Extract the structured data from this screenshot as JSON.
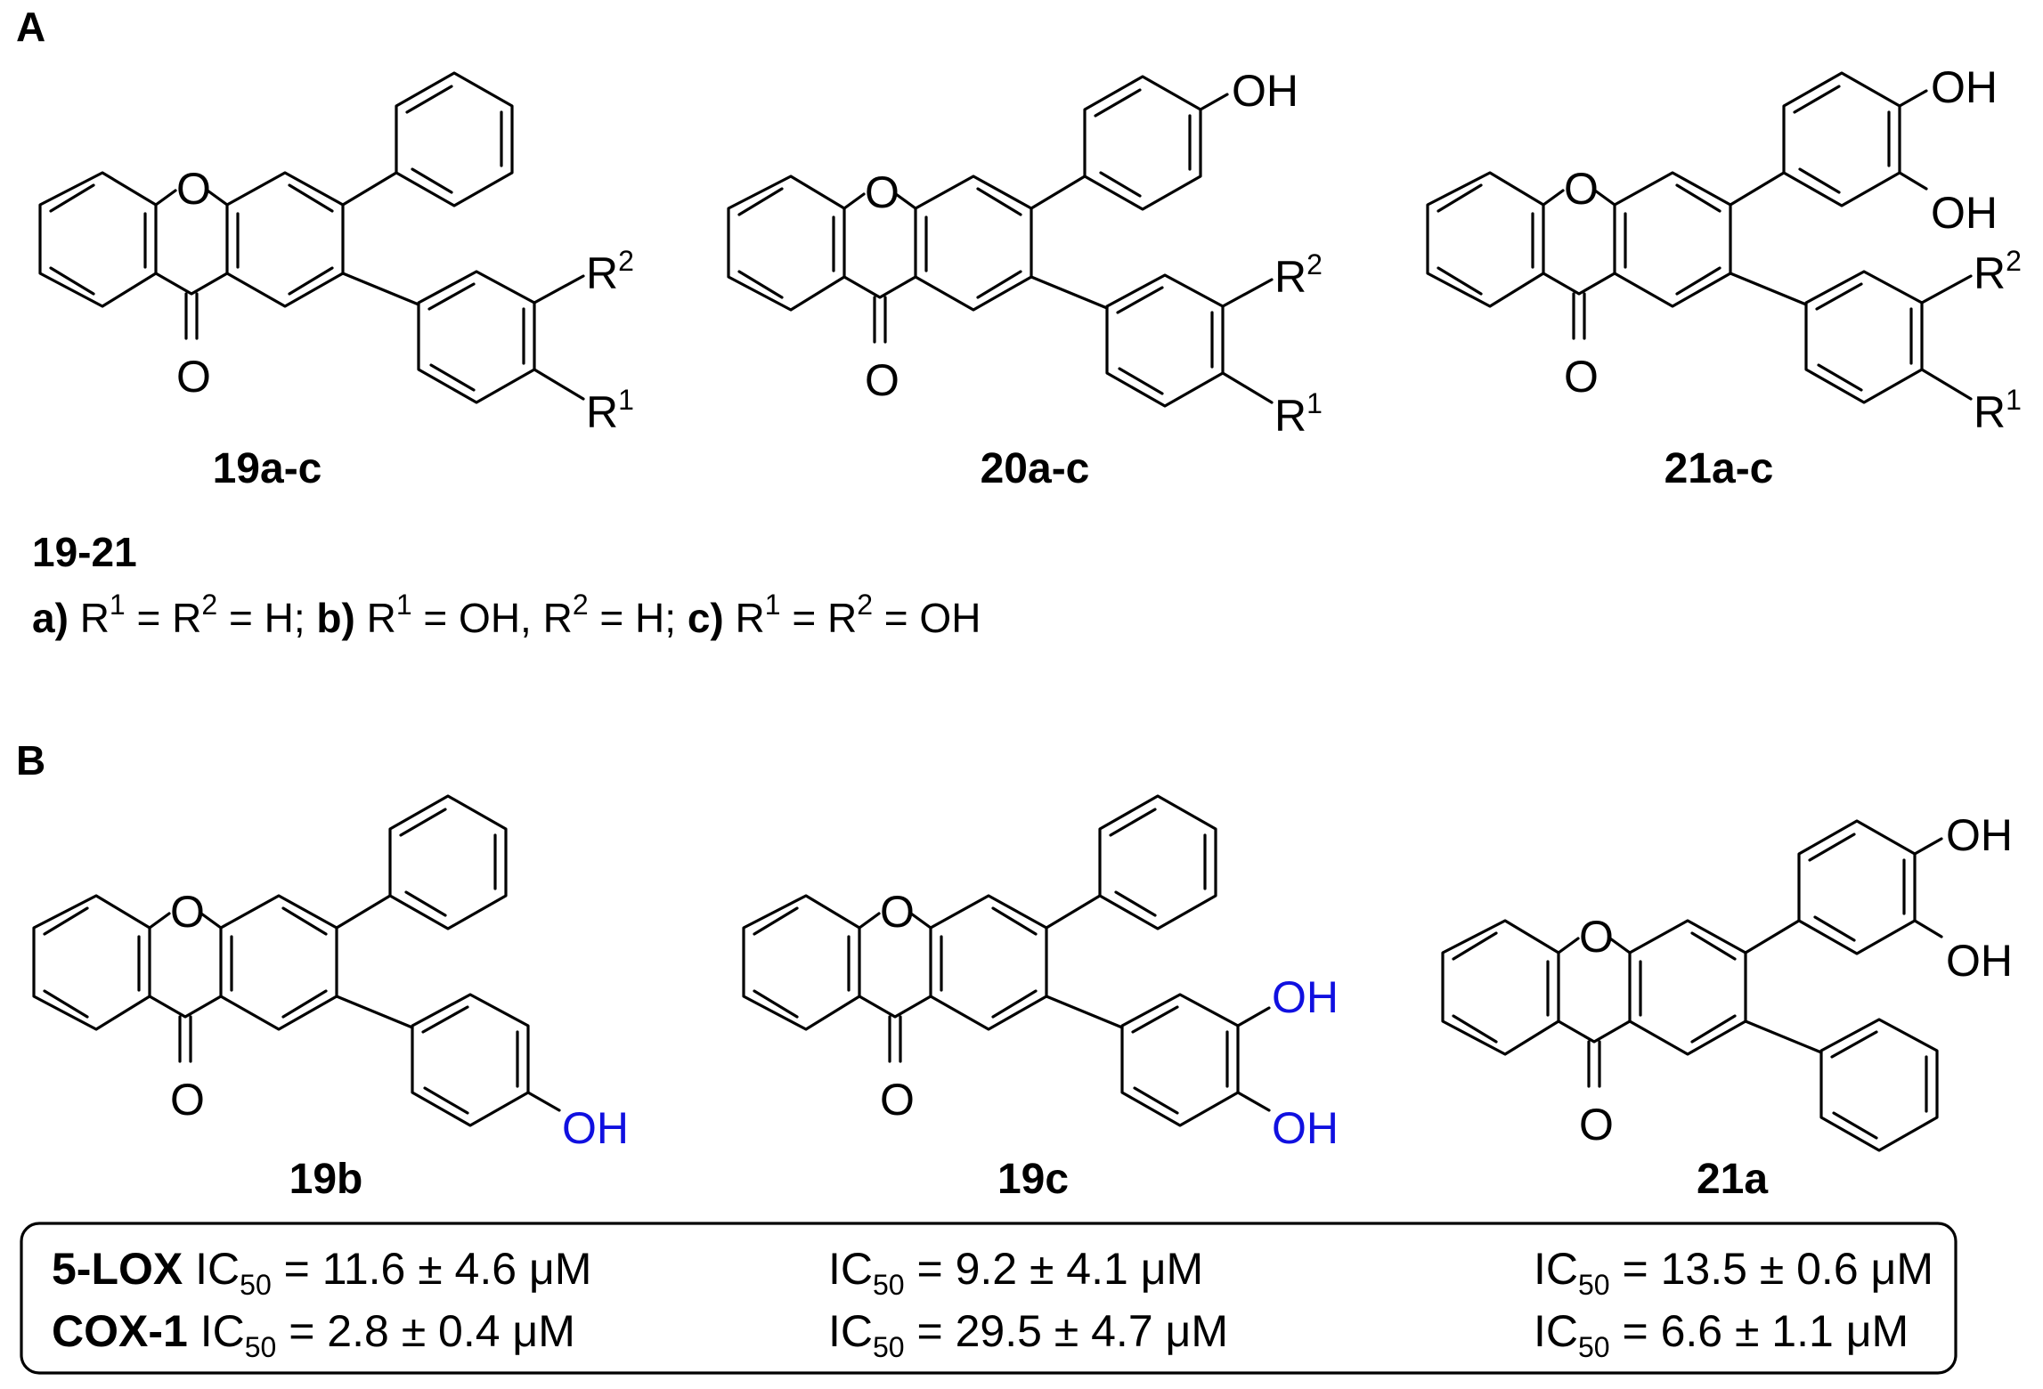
{
  "panels": {
    "a": "A",
    "b": "B"
  },
  "atoms": {
    "oxygen": "O",
    "hydroxyl": "OH",
    "r": "R",
    "r1_sup": "1",
    "r2_sup": "2"
  },
  "compounds_a": [
    {
      "id": "19a-c"
    },
    {
      "id": "20a-c"
    },
    {
      "id": "21a-c"
    }
  ],
  "series_legend": {
    "title": "19-21",
    "a_key": "a)",
    "a_text": "R",
    "a_sup1": "1",
    "a_mid": " = R",
    "a_sup2": "2",
    "a_end": " = H; ",
    "b_key": "b)",
    "b_text": " R",
    "b_sup1": "1",
    "b_mid": " = OH, R",
    "b_sup2": "2",
    "b_end": " = H; ",
    "c_key": "c)",
    "c_text": " R",
    "c_sup1": "1",
    "c_mid": " = R",
    "c_sup2": "2",
    "c_end": " = OH"
  },
  "compounds_b": [
    {
      "id": "19b"
    },
    {
      "id": "19c"
    },
    {
      "id": "21a"
    }
  ],
  "assay": {
    "lox_label": "5-LOX",
    "cox_label": "COX-1",
    "ic": "IC",
    "ic_sub": "50",
    "values": [
      {
        "lox": " = 11.6 ± 4.6 μM",
        "cox": " = 2.8 ± 0.4 μM"
      },
      {
        "lox": " = 9.2 ± 4.1 μM",
        "cox": " = 29.5 ± 4.7 μM"
      },
      {
        "lox": " = 13.5 ± 0.6 μM",
        "cox": " = 6.6 ± 1.1 μM"
      }
    ]
  },
  "colors": {
    "highlight_hydroxyl": "#1010e0"
  }
}
